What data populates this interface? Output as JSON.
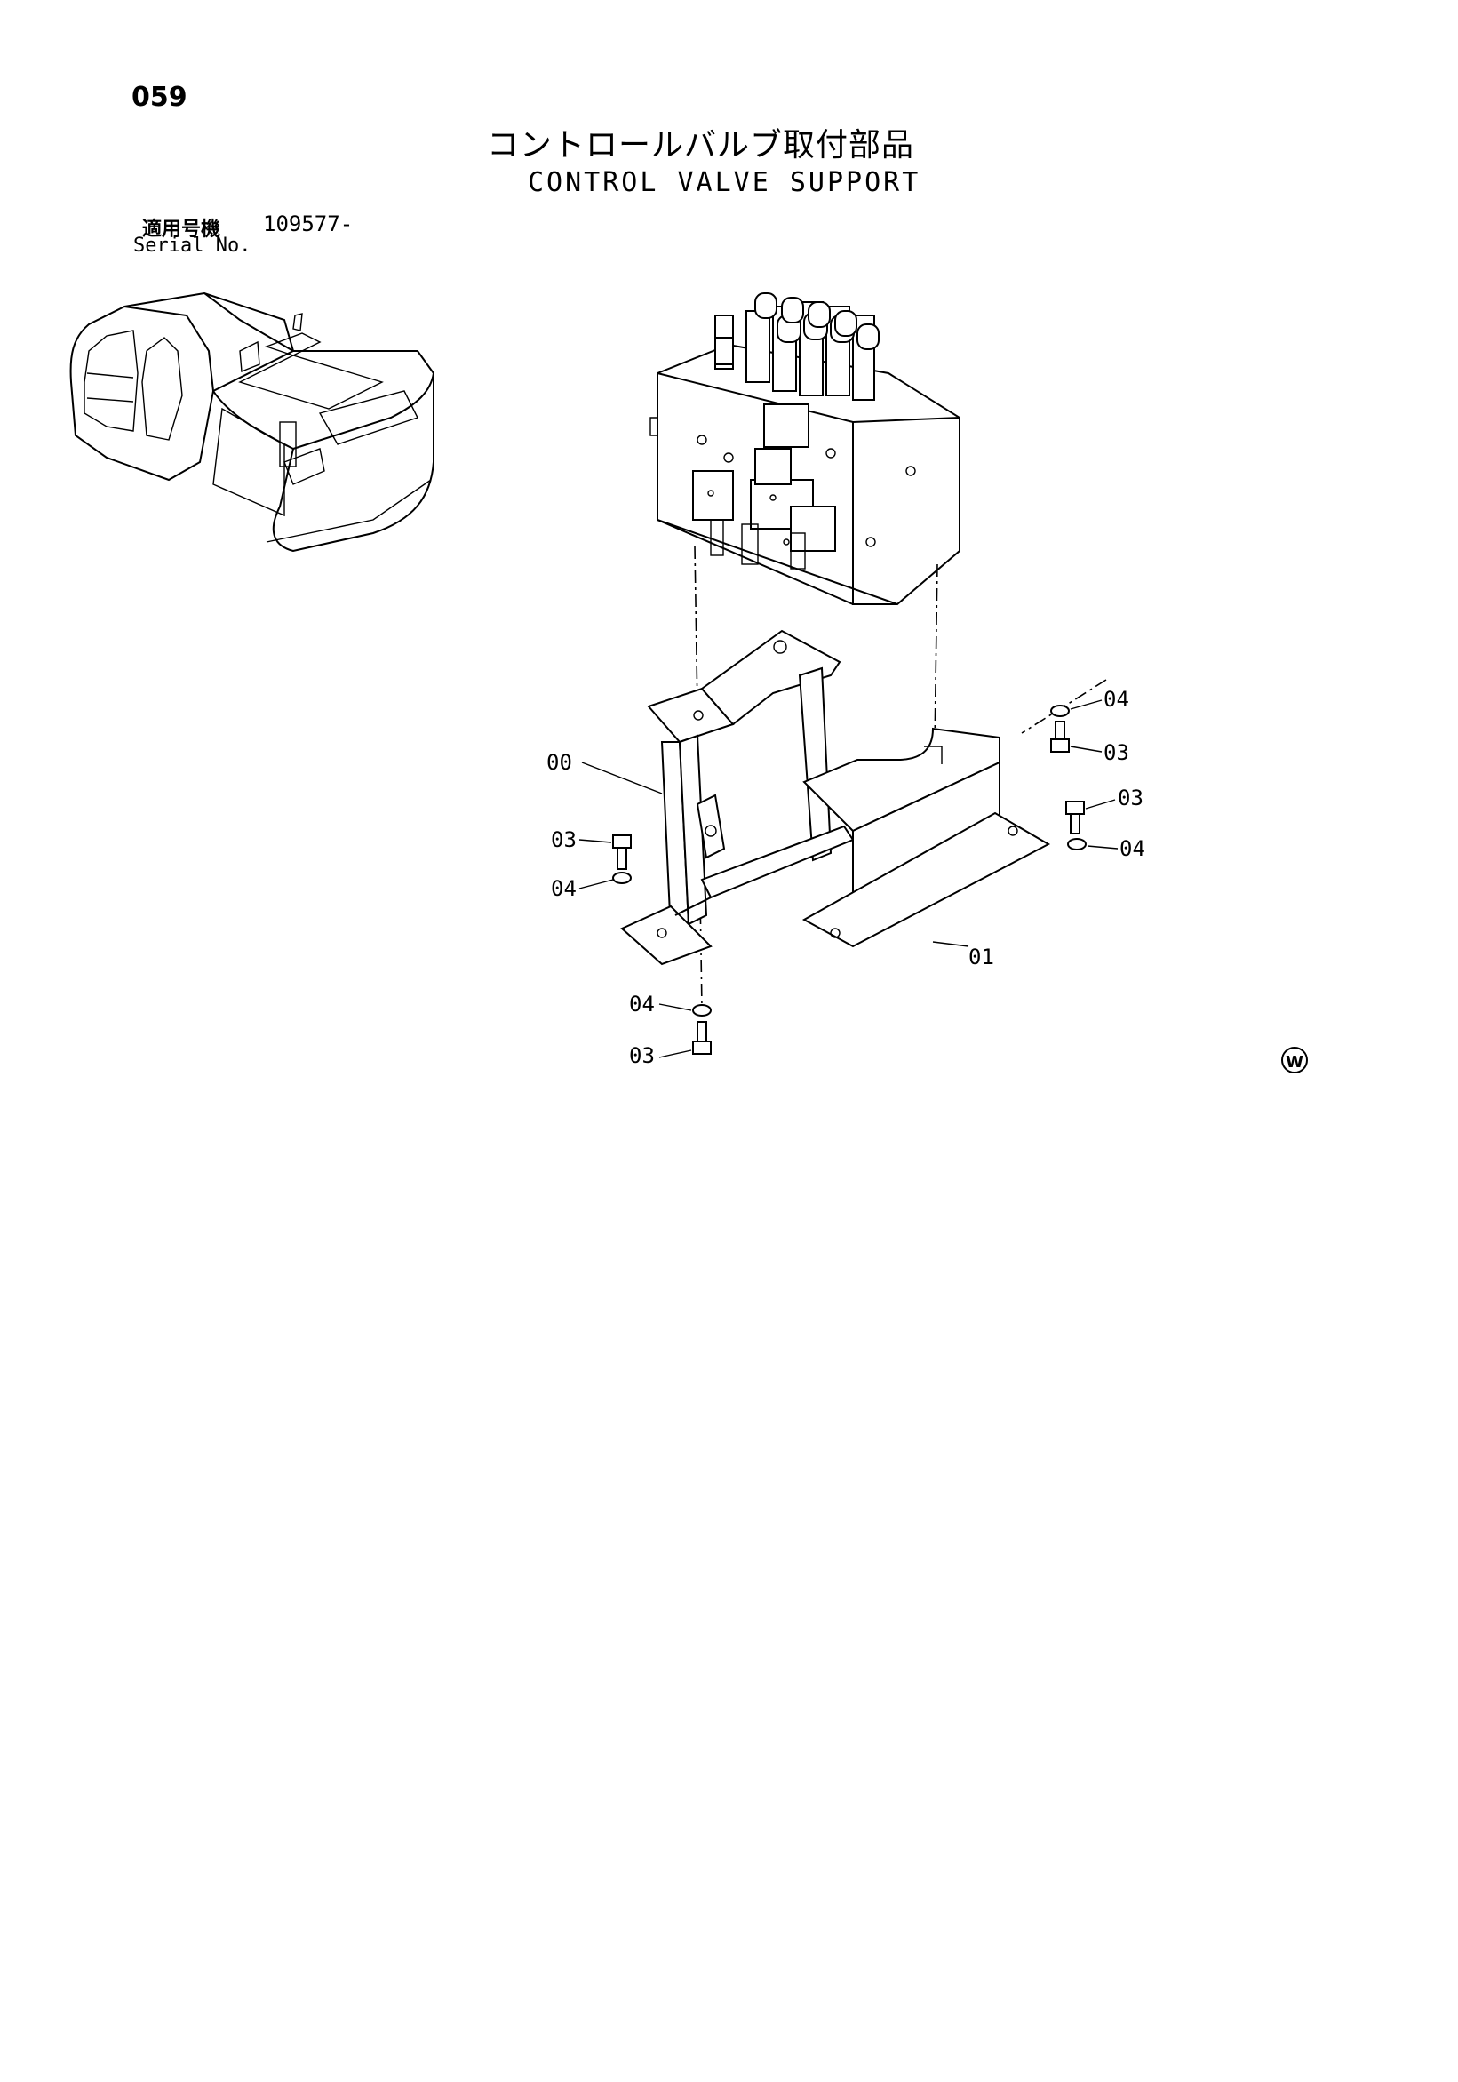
{
  "page_number": "059",
  "title_jp": "コントロールバルブ取付部品",
  "title_en": "CONTROL VALVE SUPPORT",
  "serial": {
    "label_jp": "適用号機",
    "label_en": "Serial No.",
    "value": "109577-"
  },
  "callouts": {
    "c00": "00",
    "c01": "01",
    "c03_left": "03",
    "c04_left": "04",
    "c04_bottom": "04",
    "c03_bottom": "03",
    "c04_top_right": "04",
    "c03_top_right": "03",
    "c03_right": "03",
    "c04_right": "04"
  },
  "mark": "W"
}
